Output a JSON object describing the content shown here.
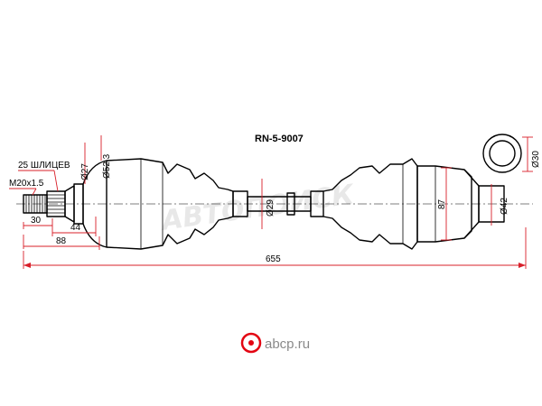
{
  "part_number": "RN-5-9007",
  "spline_note": "25 ШЛИЦЕВ",
  "thread_spec": "M20x1.5",
  "dimensions": {
    "total_length": "655",
    "shaft_diameter": "Ø29",
    "boot_diameter": "Ø52.3",
    "spline_diameter": "Ø27",
    "outer_diameter": "Ø42",
    "inner_diameter": "Ø30",
    "length_87": "87",
    "length_30": "30",
    "length_44": "44",
    "length_88": "88"
  },
  "watermark": "АВТОПОИСК",
  "brand": {
    "text": "abcp.ru",
    "color": "#e30613"
  }
}
